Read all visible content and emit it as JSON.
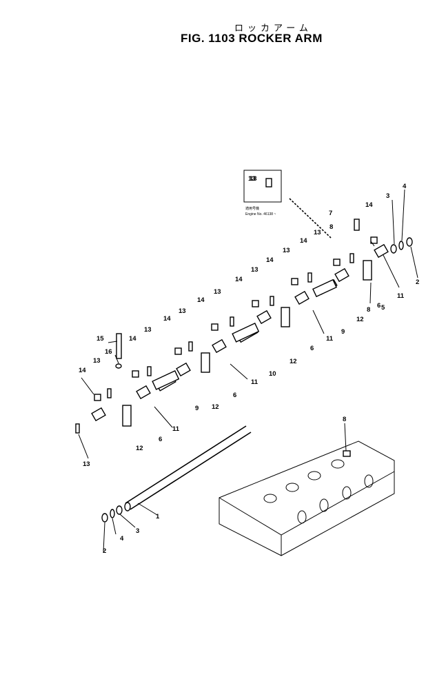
{
  "figure": {
    "title_jp": "ロッカアーム",
    "title": "FIG. 1103  ROCKER ARM"
  },
  "inset": {
    "part_no": "13",
    "note_line1": "適用号機",
    "note_line2": "Engine No. 46138 ~"
  },
  "callouts": [
    {
      "id": "c1",
      "label": "1"
    },
    {
      "id": "c2a",
      "label": "2"
    },
    {
      "id": "c2b",
      "label": "2"
    },
    {
      "id": "c3a",
      "label": "3"
    },
    {
      "id": "c3b",
      "label": "3"
    },
    {
      "id": "c4a",
      "label": "4"
    },
    {
      "id": "c4b",
      "label": "4"
    },
    {
      "id": "c5",
      "label": "5"
    },
    {
      "id": "c6a",
      "label": "6"
    },
    {
      "id": "c6b",
      "label": "6"
    },
    {
      "id": "c6c",
      "label": "6"
    },
    {
      "id": "c6d",
      "label": "6"
    },
    {
      "id": "c7",
      "label": "7"
    },
    {
      "id": "c8a",
      "label": "8"
    },
    {
      "id": "c8b",
      "label": "8"
    },
    {
      "id": "c8c",
      "label": "8"
    },
    {
      "id": "c9a",
      "label": "9"
    },
    {
      "id": "c9b",
      "label": "9"
    },
    {
      "id": "c10",
      "label": "10"
    },
    {
      "id": "c11a",
      "label": "11"
    },
    {
      "id": "c11b",
      "label": "11"
    },
    {
      "id": "c11c",
      "label": "11"
    },
    {
      "id": "c11d",
      "label": "11"
    },
    {
      "id": "c12a",
      "label": "12"
    },
    {
      "id": "c12b",
      "label": "12"
    },
    {
      "id": "c12c",
      "label": "12"
    },
    {
      "id": "c12d",
      "label": "12"
    },
    {
      "id": "c13a",
      "label": "13"
    },
    {
      "id": "c13b",
      "label": "13"
    },
    {
      "id": "c13c",
      "label": "13"
    },
    {
      "id": "c13d",
      "label": "13"
    },
    {
      "id": "c13e",
      "label": "13"
    },
    {
      "id": "c13f",
      "label": "13"
    },
    {
      "id": "c13g",
      "label": "13"
    },
    {
      "id": "c13h",
      "label": "13"
    },
    {
      "id": "c13i",
      "label": "13"
    },
    {
      "id": "c14a",
      "label": "14"
    },
    {
      "id": "c14b",
      "label": "14"
    },
    {
      "id": "c14c",
      "label": "14"
    },
    {
      "id": "c14d",
      "label": "14"
    },
    {
      "id": "c14e",
      "label": "14"
    },
    {
      "id": "c14f",
      "label": "14"
    },
    {
      "id": "c14g",
      "label": "14"
    },
    {
      "id": "c14h",
      "label": "14"
    },
    {
      "id": "c15",
      "label": "15"
    },
    {
      "id": "c16",
      "label": "16"
    }
  ]
}
